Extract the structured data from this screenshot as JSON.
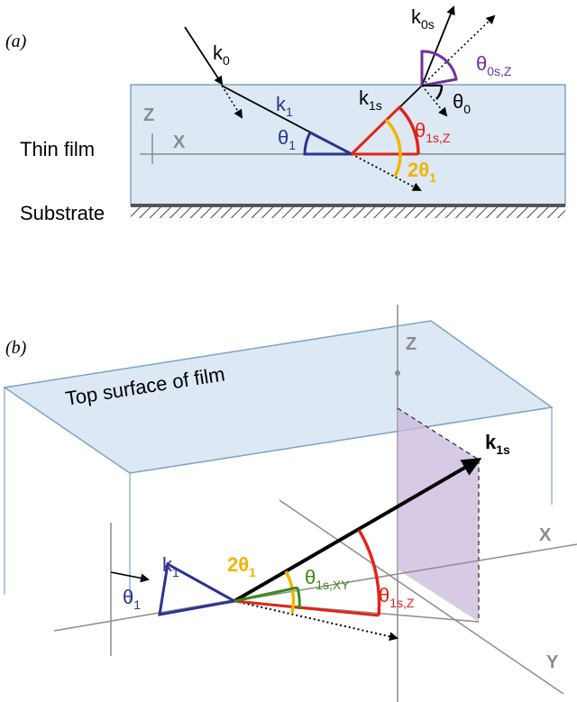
{
  "panel_a": {
    "tag": "(a)",
    "label_thin_film": "Thin film",
    "label_substrate": "Substrate",
    "axis_z": "Z",
    "axis_x": "X",
    "k0": {
      "main": "k",
      "sub": "0"
    },
    "k1": {
      "main": "k",
      "sub": "1"
    },
    "k1s": {
      "main": "k",
      "sub": "1s"
    },
    "k0s": {
      "main": "k",
      "sub": "0s"
    },
    "theta1": {
      "main": "θ",
      "sub": "1"
    },
    "theta0": {
      "main": "θ",
      "sub": "0"
    },
    "theta1s_z": {
      "main": "θ",
      "sub": "1s,Z"
    },
    "theta0s_z": {
      "main": "θ",
      "sub": "0s,Z"
    },
    "two_theta1": {
      "main": "2θ",
      "sub": "1"
    }
  },
  "panel_b": {
    "tag": "(b)",
    "label_top_surface": "Top surface of film",
    "axis_z": "Z",
    "axis_x": "X",
    "axis_y": "Y",
    "k1": {
      "main": "k",
      "sub": "1"
    },
    "k1s": {
      "main": "k",
      "sub": "1s"
    },
    "theta1": {
      "main": "θ",
      "sub": "1"
    },
    "two_theta1": {
      "main": "2θ",
      "sub": "1"
    },
    "theta1s_xy": {
      "main": "θ",
      "sub": "1s,XY"
    },
    "theta1s_z": {
      "main": "θ",
      "sub": "1s,Z"
    }
  },
  "colors": {
    "film_fill": "#dce8f3",
    "film_border": "#7da3c4",
    "blue": "#2e3192",
    "red": "#e2231a",
    "yellow": "#f2b500",
    "purple": "#7030a0",
    "green": "#3a8a1a",
    "purple_plane": "#c9b8dc",
    "gray": "#8c8c8c"
  }
}
